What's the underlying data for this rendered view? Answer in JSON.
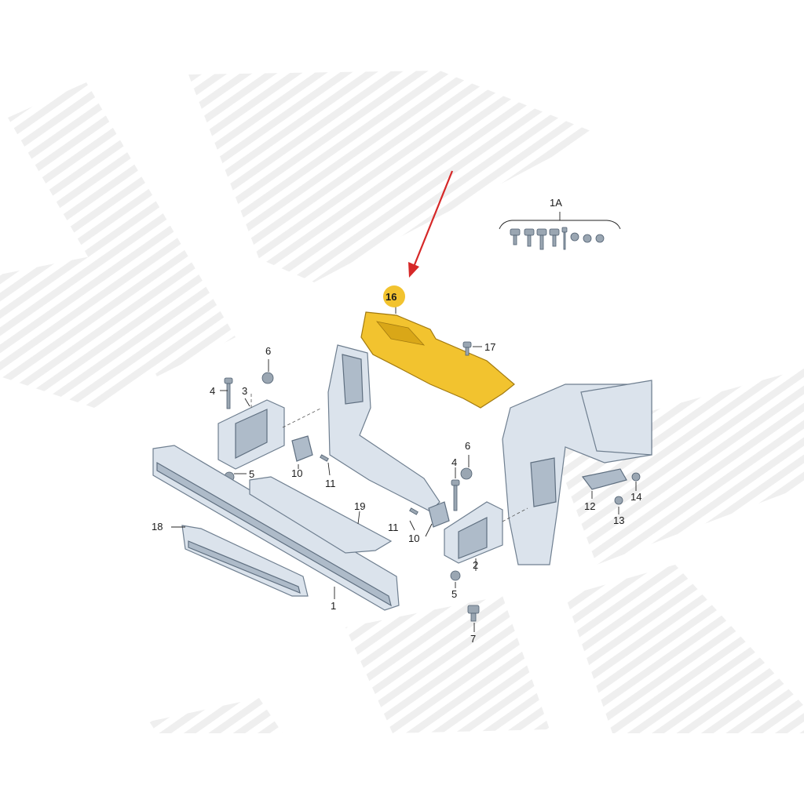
{
  "diagram": {
    "highlight_color": "#f2c32f",
    "arrow_color": "#d62828",
    "part_color": "#dbe3ec",
    "highlighted_part": "16",
    "callouts": [
      "1",
      "1A",
      "2",
      "3",
      "4",
      "4",
      "5",
      "5",
      "6",
      "6",
      "7",
      "10",
      "10",
      "11",
      "11",
      "12",
      "13",
      "14",
      "16",
      "17",
      "18",
      "19"
    ]
  }
}
